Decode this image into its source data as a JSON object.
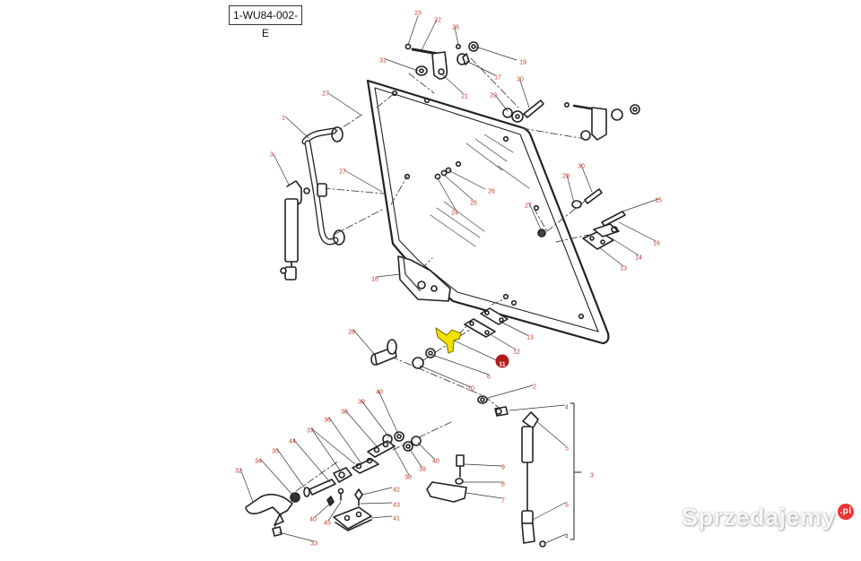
{
  "ref_code": "1-WU84-002-E",
  "watermark": {
    "text": "Sprzedajemy",
    "suffix": ".pl"
  },
  "colors": {
    "label": "#c0392b",
    "line": "#222222",
    "highlight": "#f2e200",
    "callout_fill": "#b01c1c"
  },
  "highlighted_part": "11",
  "callouts": [
    {
      "id": "c23",
      "text": "23"
    },
    {
      "id": "c22",
      "text": "22"
    },
    {
      "id": "c26a",
      "text": "26"
    },
    {
      "id": "c31",
      "text": "31"
    },
    {
      "id": "c19",
      "text": "19"
    },
    {
      "id": "c17",
      "text": "17"
    },
    {
      "id": "c21",
      "text": "21"
    },
    {
      "id": "c30a",
      "text": "30"
    },
    {
      "id": "c20",
      "text": "20"
    },
    {
      "id": "c27a",
      "text": "27"
    },
    {
      "id": "c1",
      "text": "1"
    },
    {
      "id": "c3a",
      "text": "3"
    },
    {
      "id": "c27b",
      "text": "27"
    },
    {
      "id": "c26b",
      "text": "26"
    },
    {
      "id": "c25",
      "text": "25"
    },
    {
      "id": "c24",
      "text": "24"
    },
    {
      "id": "c29",
      "text": "29"
    },
    {
      "id": "c30b",
      "text": "30"
    },
    {
      "id": "c27c",
      "text": "27"
    },
    {
      "id": "c15",
      "text": "15"
    },
    {
      "id": "c16",
      "text": "16"
    },
    {
      "id": "c14",
      "text": "14"
    },
    {
      "id": "c13a",
      "text": "13"
    },
    {
      "id": "c18",
      "text": "18"
    },
    {
      "id": "c13b",
      "text": "13"
    },
    {
      "id": "c12",
      "text": "12"
    },
    {
      "id": "c28",
      "text": "28"
    },
    {
      "id": "c11",
      "text": "11"
    },
    {
      "id": "c6",
      "text": "6"
    },
    {
      "id": "c10",
      "text": "10"
    },
    {
      "id": "c2",
      "text": "2"
    },
    {
      "id": "c4a",
      "text": "4"
    },
    {
      "id": "c5a",
      "text": "5"
    },
    {
      "id": "c3b",
      "text": "3"
    },
    {
      "id": "c40a",
      "text": "40"
    },
    {
      "id": "c39a",
      "text": "39"
    },
    {
      "id": "c38a",
      "text": "38"
    },
    {
      "id": "c36",
      "text": "36"
    },
    {
      "id": "c37",
      "text": "37"
    },
    {
      "id": "c44",
      "text": "44"
    },
    {
      "id": "c35",
      "text": "35"
    },
    {
      "id": "c34",
      "text": "34"
    },
    {
      "id": "c32",
      "text": "32"
    },
    {
      "id": "c40b",
      "text": "40"
    },
    {
      "id": "c39b",
      "text": "39"
    },
    {
      "id": "c38b",
      "text": "38"
    },
    {
      "id": "c9",
      "text": "9"
    },
    {
      "id": "c8",
      "text": "8"
    },
    {
      "id": "c7",
      "text": "7"
    },
    {
      "id": "c42",
      "text": "42"
    },
    {
      "id": "c43",
      "text": "43"
    },
    {
      "id": "c41",
      "text": "41"
    },
    {
      "id": "c40c",
      "text": "40"
    },
    {
      "id": "c45",
      "text": "45"
    },
    {
      "id": "c33",
      "text": "33"
    },
    {
      "id": "c5b",
      "text": "5"
    },
    {
      "id": "c4b",
      "text": "4"
    }
  ]
}
